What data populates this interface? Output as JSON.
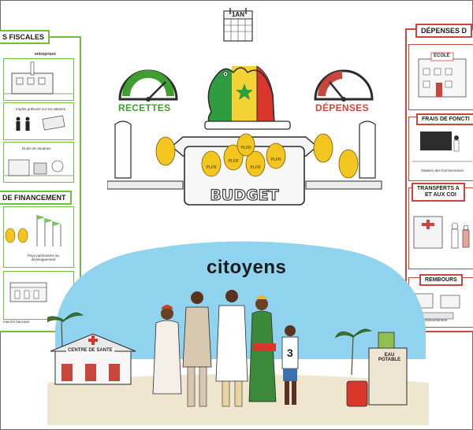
{
  "calendar": {
    "label": "1AN"
  },
  "gauges": {
    "recettes": {
      "label": "RECETTES",
      "label_color": "#3f9e2f",
      "level": "high"
    },
    "depenses": {
      "label": "DÉPENSES",
      "label_color": "#c9463d",
      "level": "low"
    }
  },
  "budget": {
    "label": "BUDGET",
    "flag_colors": [
      "#2f9d3f",
      "#f3d235",
      "#d8362b"
    ]
  },
  "pear_tags": [
    "PLFR",
    "PLFR",
    "PLFR",
    "PLFR",
    "PLFR"
  ],
  "left_panel": {
    "title": "S FISCALES",
    "item1": "entreprises",
    "item2": "Impôts prélevés sur les salaires",
    "item3": "Droits de douanes",
    "section_title": "DE FINANCEMENT",
    "item4": "Pays partenaires au développement",
    "item5": "marché bancaire"
  },
  "right_panel": {
    "title": "DÉPENSES D",
    "school_sign": "ECOLE",
    "item1": "FRAIS DE FONCTI",
    "item1_caption": "Salaires des fonctionnaires",
    "item2_line1": "TRANSFERTS A",
    "item2_line2": "ET AUX COI",
    "item3": "REMBOURS",
    "item3_caption": "Remboursement"
  },
  "scene": {
    "title": "citoyens",
    "health_center": "CENTRE DE SANTE",
    "water_point": "EAU POTABLE",
    "jersey_number": "3",
    "sky_color": "#8fd3ee"
  }
}
